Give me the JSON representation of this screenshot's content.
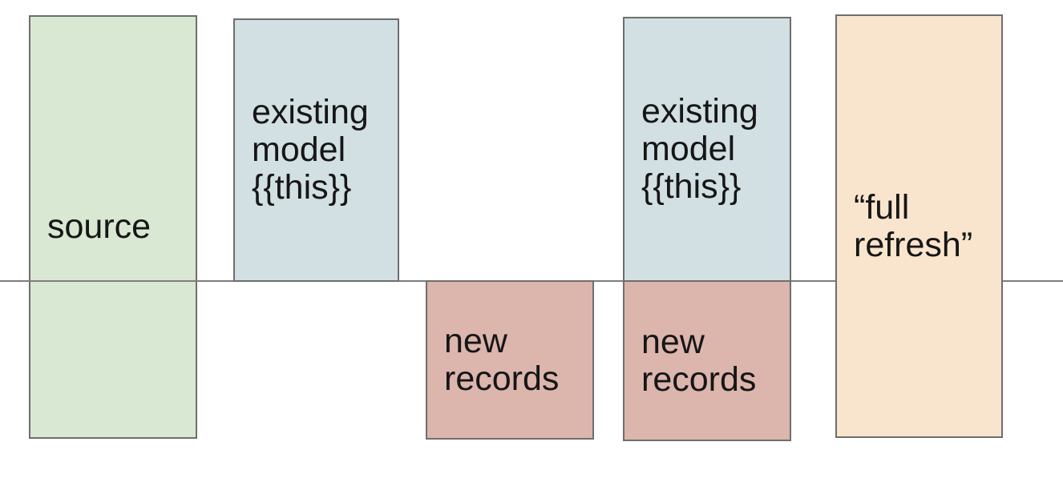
{
  "diagram": {
    "line_color": "#7d7d7d",
    "border_color": "#6e6e6e",
    "text_color": "#161616",
    "background_color": "#ffffff",
    "boxes": [
      {
        "name": "source",
        "label": "source",
        "fill": "#d9e8d3"
      },
      {
        "name": "existing-model-1",
        "label": "existing model {{this}}",
        "fill": "#d2dfe3"
      },
      {
        "name": "new-records-1",
        "label": "new records",
        "fill": "#dcb5ad"
      },
      {
        "name": "existing-model-2",
        "label": "existing model {{this}}",
        "fill": "#d2dfe3"
      },
      {
        "name": "new-records-2",
        "label": "new records",
        "fill": "#dcb5ad"
      },
      {
        "name": "full-refresh",
        "label": "“full refresh”",
        "fill": "#f9e5cd"
      }
    ]
  }
}
